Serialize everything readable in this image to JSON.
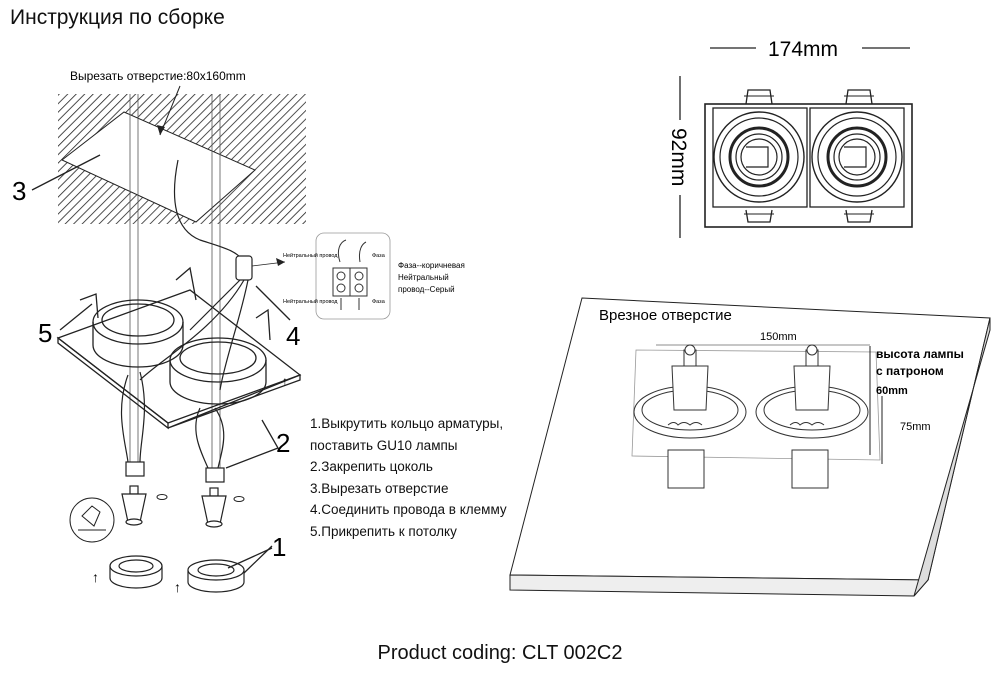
{
  "title": "Инструкция по сборке",
  "cutout_label": "Вырезать отверстие:80x160mm",
  "callouts": [
    "1",
    "2",
    "3",
    "4",
    "5"
  ],
  "wiring": {
    "neutral_top": "Нейтральный провод",
    "neutral_bottom": "Нейтральный провод",
    "phase_top": "Фаза",
    "phase_bottom": "Фаза",
    "legend_line1": "Фаза--коричневая",
    "legend_line2": "Нейтральный",
    "legend_line3": "провод--Серый"
  },
  "steps": [
    "1.Выкрутить кольцо арматуры,",
    "поставить GU10 лампы",
    "2.Закрепить цоколь",
    "3.Вырезать отверстие",
    "4.Соединить провода в клемму",
    "5.Прикрепить к потолку"
  ],
  "dimensions": {
    "width": "174mm",
    "height": "92mm"
  },
  "install": {
    "heading": "Врезное отверстие",
    "span": "150mm",
    "lamp_height_line1": "высота лампы",
    "lamp_height_line2": "с патроном",
    "lamp_height_value": "60mm",
    "depth": "75mm"
  },
  "product_coding": "Product coding: CLT 002C2"
}
